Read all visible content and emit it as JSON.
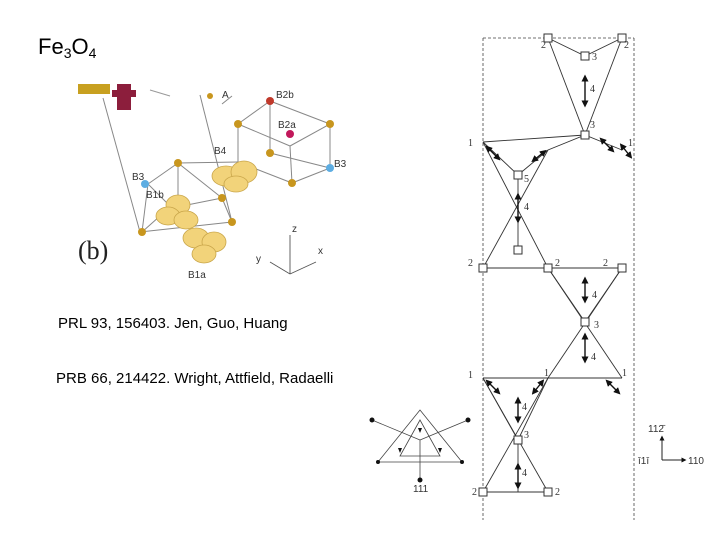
{
  "title": {
    "base": "Fe",
    "sub1": "3",
    "mid": "O",
    "sub2": "4"
  },
  "references": [
    "PRL 93, 156403. Jen, Guo, Huang",
    "PRB 66, 214422. Wright, Attfield, Radaelli"
  ],
  "panel_b": {
    "label": "(b)",
    "site_labels": {
      "a": "A",
      "b2b": "B2b",
      "b2a": "B2a",
      "b4": "B4",
      "b3_left": "B3",
      "b3_right": "B3",
      "b1b": "B1b",
      "b1a": "B1a"
    },
    "axes": {
      "z": "z",
      "y": "y",
      "x": "x"
    }
  },
  "chain_diagram": {
    "site_numbers": [
      "2",
      "3",
      "2",
      "4",
      "3",
      "1",
      "1",
      "5",
      "4",
      "2",
      "2",
      "2",
      "4",
      "3",
      "4",
      "1",
      "1",
      "1",
      "4",
      "3",
      "4",
      "2",
      "2"
    ],
    "directions": {
      "top": "112̄",
      "right": "110",
      "left": "ī1ī"
    }
  },
  "inset": {
    "label": "111"
  }
}
